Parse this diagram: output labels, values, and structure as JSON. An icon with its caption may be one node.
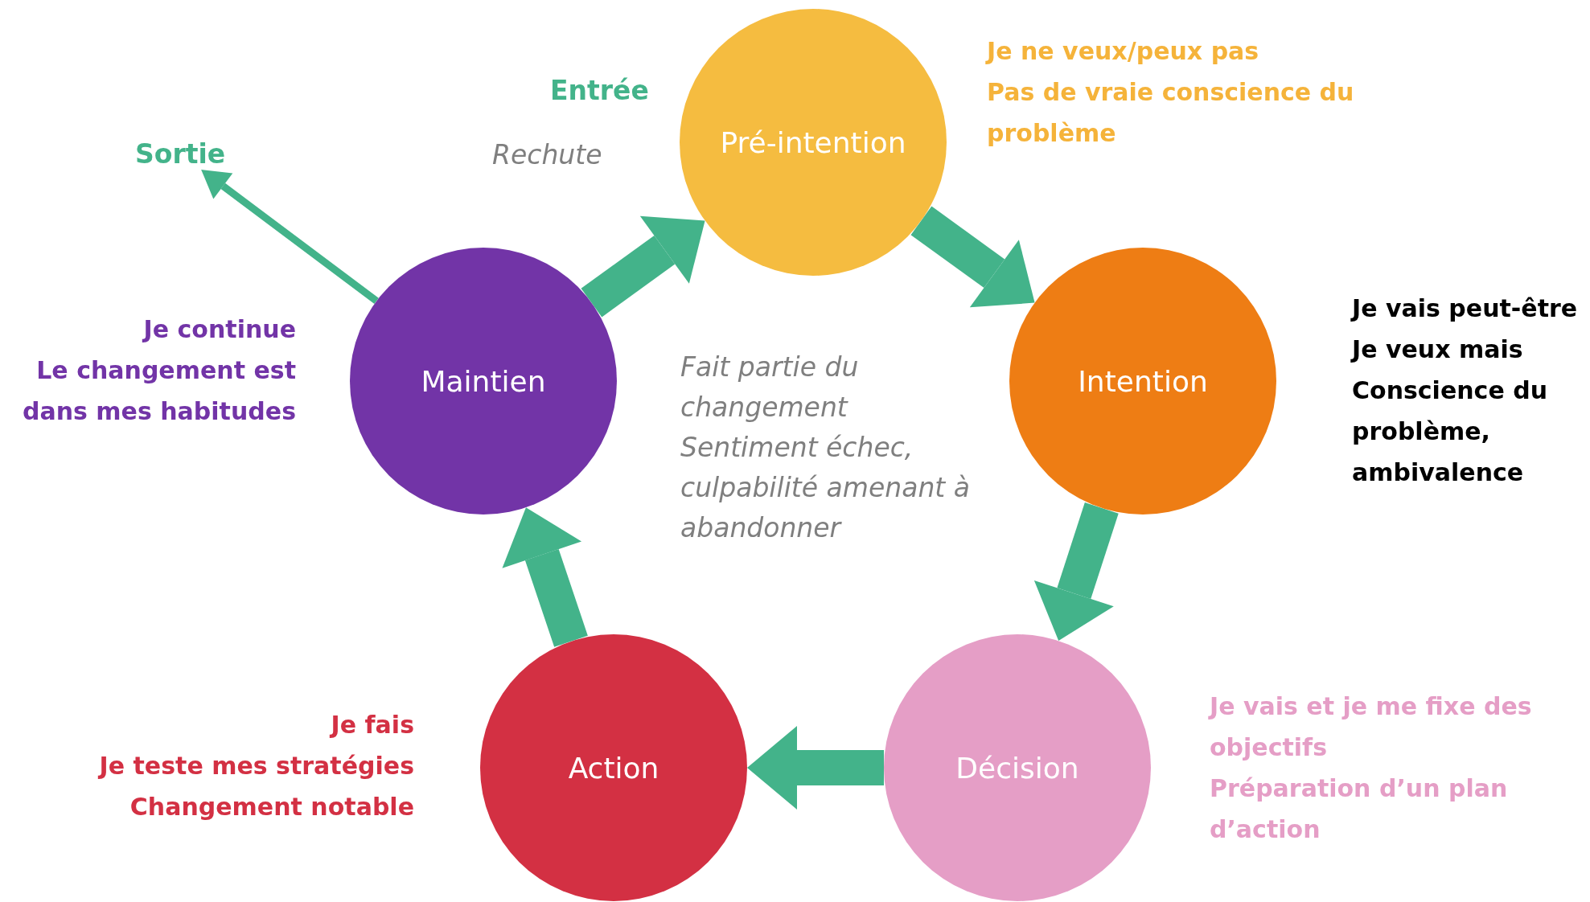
{
  "diagram": {
    "nodes": [
      {
        "text": [
          "Pré-intention"
        ],
        "beside": [
          "Je ne veux/peux pas",
          "Pas de vraie conscience du problème"
        ]
      },
      {
        "text": [
          "Intention"
        ],
        "beside": [
          "Je vais peut-être",
          "Je veux mais",
          "Conscience du problème, ambivalence"
        ]
      },
      {
        "text": [
          "Décision"
        ],
        "beside": [
          "Je vais et je me fixe des objectifs",
          "Préparation d’un plan d’action"
        ]
      },
      {
        "text": [
          "Action"
        ],
        "beside": [
          "Je fais",
          "Je teste mes stratégies",
          "Changement notable"
        ]
      },
      {
        "text": [
          "Maintien"
        ],
        "beside": [
          "Je continue",
          "Le changement est dans mes habitudes"
        ]
      },
      {
        "text": [
          "Sortie"
        ]
      }
    ],
    "edges": [
      {
        "from": 0,
        "to": 1,
        "arrow": "to"
      },
      {
        "from": 1,
        "to": 2,
        "arrow": "to"
      },
      {
        "from": 2,
        "to": 3,
        "arrow": "to"
      },
      {
        "from": 3,
        "to": 4,
        "arrow": "to"
      },
      {
        "from": 4,
        "to": 0,
        "arrow": "to"
      },
      {
        "from": 4,
        "to": 5,
        "arrow": "to"
      }
    ],
    "labels": [
      "Entrée",
      "Rechute",
      "Fait partie du changement",
      "Sentiment échec, culpabilité amenant à abandonner"
    ]
  }
}
